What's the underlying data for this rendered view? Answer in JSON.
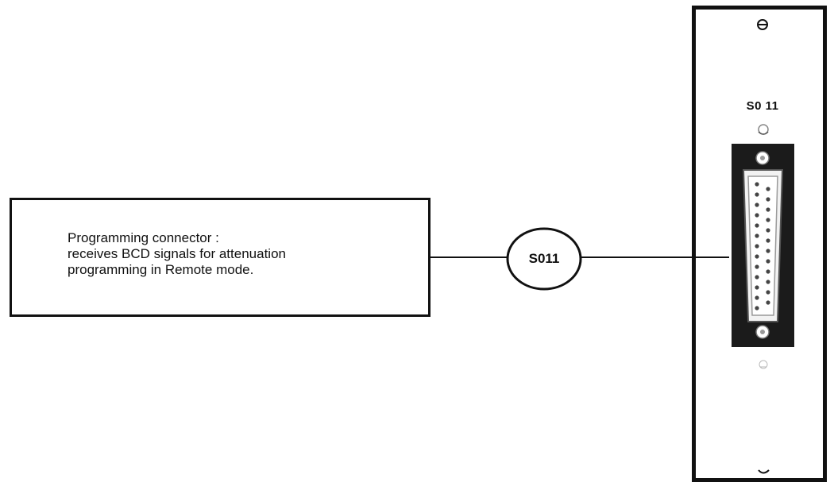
{
  "callout": {
    "lines": [
      "Programming connector :",
      "receives BCD signals for attenuation",
      "programming in Remote mode."
    ]
  },
  "reference": {
    "label": "S011"
  },
  "panel": {
    "label": "S0 11"
  }
}
